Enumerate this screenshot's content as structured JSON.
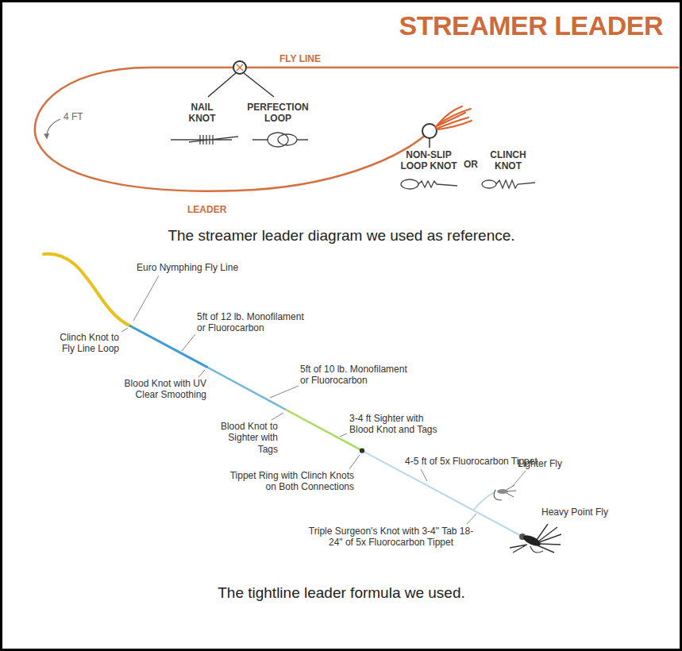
{
  "diagram": {
    "title": "STREAMER LEADER",
    "labels": [
      "FLY LINE",
      "4 FT",
      "NAIL KNOT",
      "PERFECTION LOOP",
      "NON-SLIP LOOP KNOT",
      "OR",
      "CLINCH KNOT",
      "LEADER",
      "The streamer leader diagram we used as reference.",
      "Euro Nymphing Fly Line",
      "5ft of 12 lb. Monofilament or Fluorocarbon",
      "Clinch Knot to Fly Line Loop",
      "5ft of 10 lb. Monofilament or Fluorocarbon",
      "Blood Knot with UV Clear Smoothing",
      "3-4 ft Sighter with Blood Knot and Tags",
      "Blood Knot to Sighter with Tags",
      "4-5 ft of 5x Fluorocarbon Tippet",
      "Tippet Ring with Clinch Knots on Both Connections",
      "Lighter Fly",
      "Heavy Point Fly",
      "Triple Surgeon's Knot with 3-4\" Tab 18-24\" of 5x Fluorocarbon Tippet",
      "The tightline leader formula we used."
    ]
  }
}
